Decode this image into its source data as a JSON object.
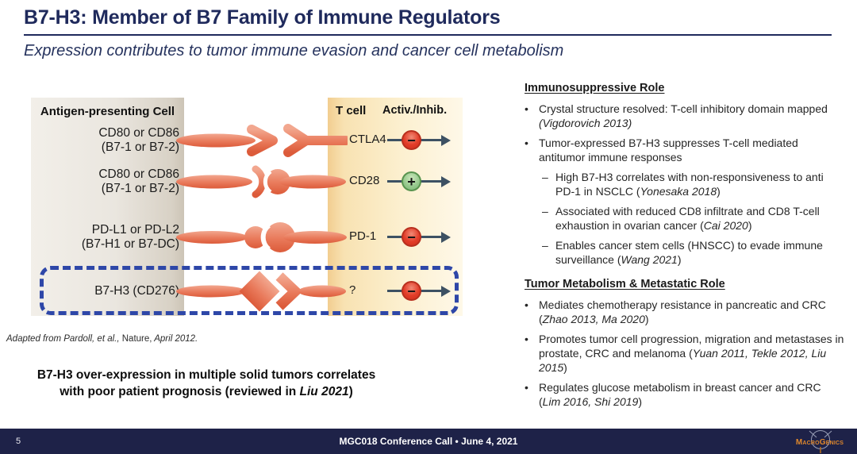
{
  "slide": {
    "title": "B7-H3: Member of B7 Family of Immune Regulators",
    "subtitle": "Expression contributes to tumor immune evasion and cancer cell metabolism"
  },
  "diagram": {
    "apc_header": "Antigen-presenting Cell",
    "tcell_header": "T cell",
    "activ_header": "Activ./Inhib.",
    "bullet_marker": "•",
    "sub_marker": "–",
    "rows": [
      {
        "ligand_line1": "CD80 or CD86",
        "ligand_line2": "(B7-1 or B7-2)",
        "receptor": "CTLA4",
        "sign": "−",
        "effect": "inhibitory"
      },
      {
        "ligand_line1": "CD80 or CD86",
        "ligand_line2": "(B7-1 or B7-2)",
        "receptor": "CD28",
        "sign": "+",
        "effect": "activating"
      },
      {
        "ligand_line1": "PD-L1 or PD-L2",
        "ligand_line2": "(B7-H1 or B7-DC)",
        "receptor": "PD-1",
        "sign": "−",
        "effect": "inhibitory"
      },
      {
        "ligand_line1": "B7-H3 (CD276)",
        "ligand_line2": "",
        "receptor": "?",
        "sign": "−",
        "effect": "inhibitory"
      }
    ],
    "caption_segments": [
      {
        "text": "Adapted from Pardoll, et al., ",
        "italic": true
      },
      {
        "text": "Nature,",
        "italic": false
      },
      {
        "text": " April 2012.",
        "italic": true
      }
    ]
  },
  "key_statement": {
    "lines": [
      [
        {
          "text": "B7-H3 over-expression in multiple solid tumors correlates",
          "italic": false
        }
      ],
      [
        {
          "text": "with poor patient prognosis (reviewed in ",
          "italic": false
        },
        {
          "text": "Liu 2021",
          "italic": true
        },
        {
          "text": ")",
          "italic": false
        }
      ]
    ]
  },
  "right_panel": {
    "sections": [
      {
        "heading": "Immunosuppressive Role",
        "items": [
          {
            "indent": 0,
            "segments": [
              {
                "text": "Crystal structure resolved: T-cell inhibitory domain mapped ",
                "italic": false
              },
              {
                "text": "(Vigdorovich 2013)",
                "italic": true
              }
            ]
          },
          {
            "indent": 0,
            "segments": [
              {
                "text": "Tumor-expressed B7-H3 suppresses T-cell mediated antitumor immune responses",
                "italic": false
              }
            ]
          },
          {
            "indent": 1,
            "segments": [
              {
                "text": "High B7-H3 correlates with non-responsiveness to anti PD-1 in NSCLC (",
                "italic": false
              },
              {
                "text": "Yonesaka 2018",
                "italic": true
              },
              {
                "text": ")",
                "italic": false
              }
            ]
          },
          {
            "indent": 1,
            "segments": [
              {
                "text": "Associated with reduced CD8 infiltrate and CD8 T-cell exhaustion in ovarian cancer (",
                "italic": false
              },
              {
                "text": "Cai 2020",
                "italic": true
              },
              {
                "text": ")",
                "italic": false
              }
            ]
          },
          {
            "indent": 1,
            "segments": [
              {
                "text": "Enables cancer stem cells (HNSCC) to evade immune surveillance (",
                "italic": false
              },
              {
                "text": "Wang 2021",
                "italic": true
              },
              {
                "text": ")",
                "italic": false
              }
            ]
          }
        ]
      },
      {
        "heading": "Tumor Metabolism & Metastatic Role",
        "items": [
          {
            "indent": 0,
            "segments": [
              {
                "text": "Mediates chemotherapy resistance in pancreatic and CRC (",
                "italic": false
              },
              {
                "text": "Zhao 2013, Ma 2020",
                "italic": true
              },
              {
                "text": ")",
                "italic": false
              }
            ]
          },
          {
            "indent": 0,
            "segments": [
              {
                "text": "Promotes tumor cell progression, migration and metastases in prostate, CRC and melanoma (",
                "italic": false
              },
              {
                "text": "Yuan 2011, Tekle 2012, Liu 2015",
                "italic": true
              },
              {
                "text": ")",
                "italic": false
              }
            ]
          },
          {
            "indent": 0,
            "segments": [
              {
                "text": "Regulates glucose metabolism in breast cancer and CRC (",
                "italic": false
              },
              {
                "text": "Lim 2016, Shi 2019",
                "italic": true
              },
              {
                "text": ")",
                "italic": false
              }
            ]
          }
        ]
      }
    ]
  },
  "footer": {
    "page_number": "5",
    "center_text": "MGC018 Conference Call • June 4, 2021",
    "logo_text": "MacroGenics"
  },
  "colors": {
    "accent_navy": "#1F2A5C",
    "footer_bg": "#1E2248",
    "salmon": "#E8765A",
    "inhibit_red": "#E23C28",
    "activate_green": "#94C78B",
    "dashed_blue": "#2E47A8",
    "logo_orange": "#E0882C"
  }
}
